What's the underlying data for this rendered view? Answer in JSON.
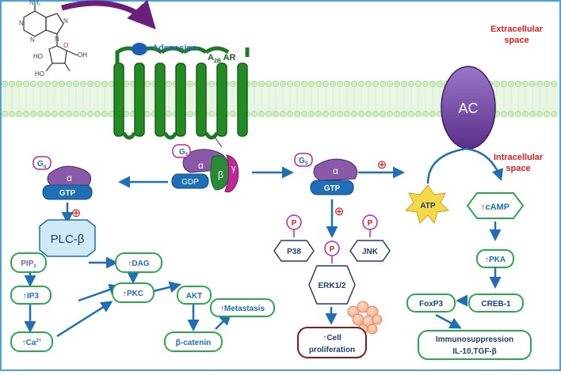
{
  "molecule": {
    "nh2": "NH₂",
    "n1": "N",
    "n2": "N",
    "n3": "N",
    "n4": "N",
    "oh1": "HO",
    "oh2": "HO",
    "o": "O",
    "oh3": "OH"
  },
  "ligand": {
    "label": "Adenosine"
  },
  "receptor": {
    "label_main": "A",
    "label_sub": "2B",
    "label_tail": " AR"
  },
  "regions": {
    "extra_line1": "Extracellular",
    "extra_line2": "space",
    "intra_line1": "Intracellular",
    "intra_line2": "space"
  },
  "gprotein_center": {
    "gs_label": "G",
    "gs_sub": "S",
    "alpha": "α",
    "beta": "β",
    "gamma": "γ",
    "gdp": "GDP"
  },
  "gprotein_left": {
    "gq_label": "G",
    "gq_sub": "q",
    "alpha": "α",
    "gtp": "GTP"
  },
  "gprotein_right": {
    "gs_label": "G",
    "gs_sub": "S",
    "alpha": "α",
    "gtp": "GTP"
  },
  "enzymes": {
    "ac": "AC",
    "plc": "PLC-β"
  },
  "signs": {
    "plus": "⊕",
    "up": "↑"
  },
  "nodes": {
    "atp": "ATP",
    "camp": "cAMP",
    "pka": "PKA",
    "creb": "CREB-1",
    "foxp3": "FoxP3",
    "immuno_line1": "Immunosuppression",
    "immuno_line2": "IL-10,TGF-β",
    "pip2": "PIP",
    "pip2_sub": "2",
    "dag": "DAG",
    "ip3": "IP3",
    "ca": "Ca",
    "ca_sup": "2+",
    "pkc": "PKC",
    "akt": "AKT",
    "metastasis": "Metastasis",
    "catenin": "β-catenin",
    "p": "P",
    "p38": "P38",
    "jnk": "JNK",
    "erk": "ERK1/2",
    "prolif_line1": "Cell",
    "prolif_line2": "proliferation"
  }
}
